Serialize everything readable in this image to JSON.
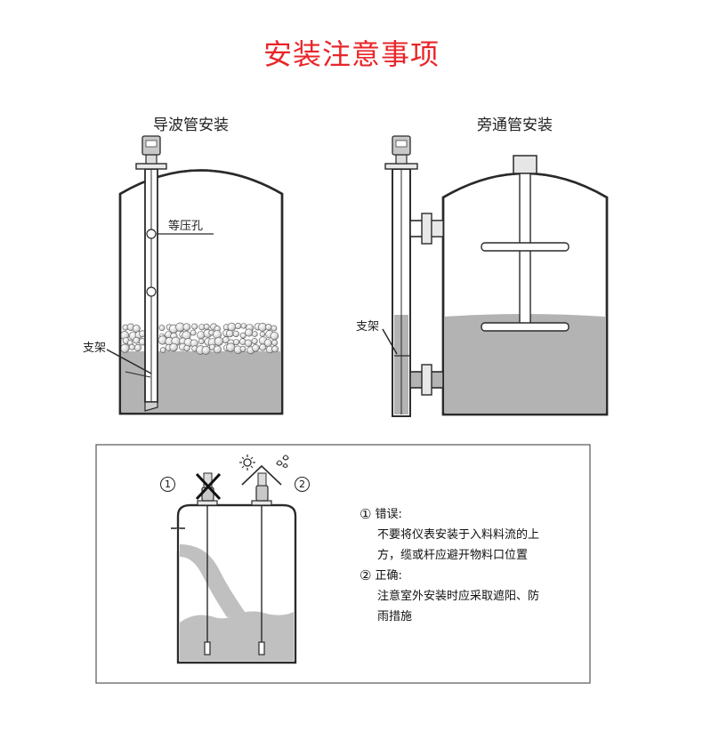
{
  "title": "安装注意事项",
  "diagram_left": {
    "title": "导波管安装",
    "label_hole": "等压孔",
    "label_support": "支架"
  },
  "diagram_right": {
    "title": "旁通管安装",
    "label_support": "支架"
  },
  "notes": {
    "marker_wrong": "①",
    "marker_right": "②",
    "wrong_title": "错误:",
    "wrong_line1": "不要将仪表安装于入料料流的上",
    "wrong_line2": "方，缆或杆应避开物料口位置",
    "right_title": "正确:",
    "right_line1": "注意室外安装时应采取遮阳、防",
    "right_line2": "雨措施"
  },
  "colors": {
    "title": "#e8262a",
    "liquid": "#b3b3b3",
    "outline": "#2a2a2a"
  }
}
